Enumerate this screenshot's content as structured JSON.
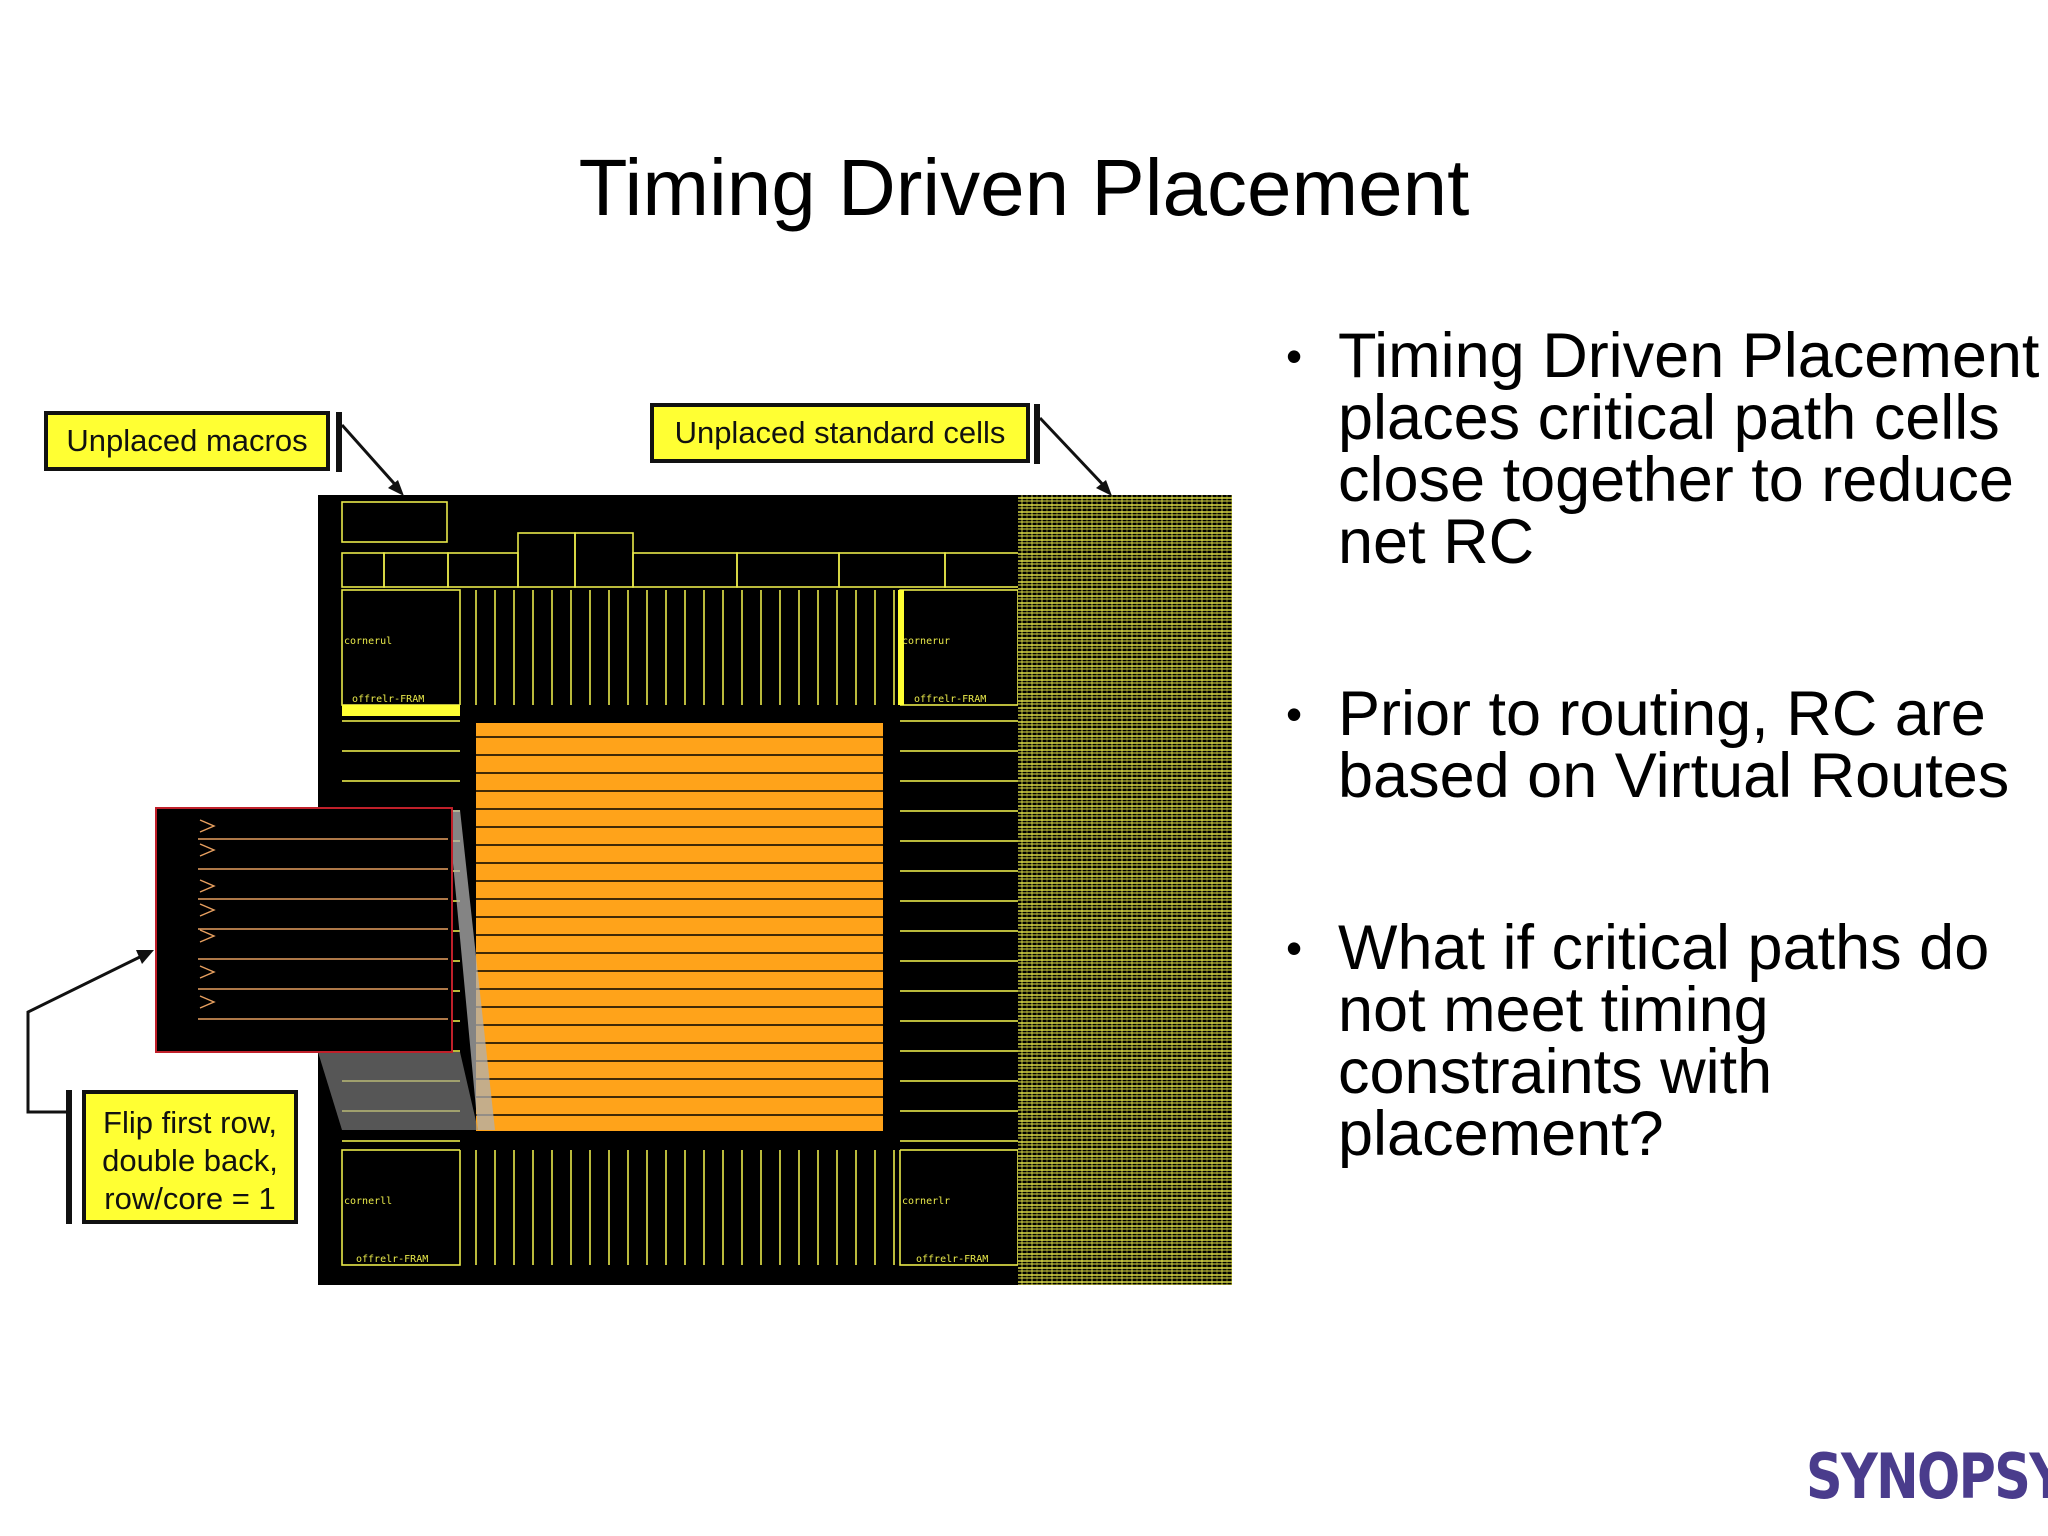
{
  "slide": {
    "title": "Timing Driven Placement"
  },
  "bullets": [
    "Timing Driven Placement places critical path cells close together to reduce net RC",
    "Prior to routing, RC are based on Virtual Routes",
    "What if critical paths do not meet timing constraints with placement?"
  ],
  "bullet_glyph": "•",
  "figure": {
    "callouts": {
      "macros": "Unplaced macros",
      "std_cells": "Unplaced standard cells",
      "flip": [
        "Flip first row,",
        "double back,",
        "row/core = 1"
      ]
    },
    "pad_labels": {
      "corner_ul": "cornerul",
      "corner_ur": "cornerur",
      "corner_ll": "cornerll",
      "corner_lr": "cornerlr",
      "filler_ul": "offrelr-FRAM",
      "filler_ur": "offrelr-FRAM",
      "filler_ll": "offrelr-FRAM",
      "filler_lr": "offrelr-FRAM"
    },
    "colors": {
      "die_background": "#000000",
      "core_fill": "#ffa31a",
      "cell_lines": "#e8e84a",
      "callout_fill": "#ffff33"
    }
  },
  "logo": {
    "text": "SYNOPSYS",
    "mark": "®"
  }
}
